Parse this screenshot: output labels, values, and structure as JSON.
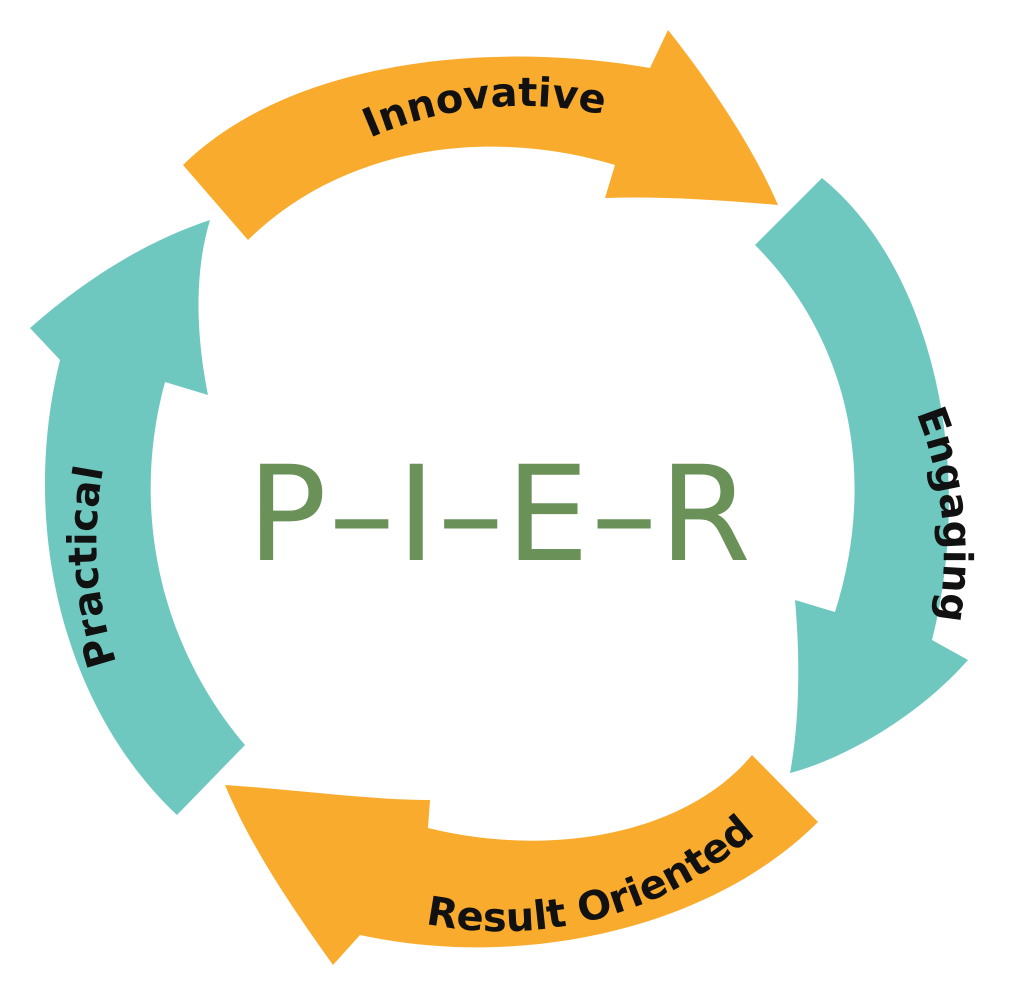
{
  "title": "P–I–E–R",
  "colors": {
    "orange": "#F9AB2D",
    "teal": "#6FC8C0",
    "green": "#6A9158",
    "label": "#111111"
  },
  "arrows": [
    {
      "label": "Innovative",
      "color": "orange"
    },
    {
      "label": "Engaging",
      "color": "teal"
    },
    {
      "label": "Result Oriented",
      "color": "orange"
    },
    {
      "label": "Practical",
      "color": "teal"
    }
  ]
}
